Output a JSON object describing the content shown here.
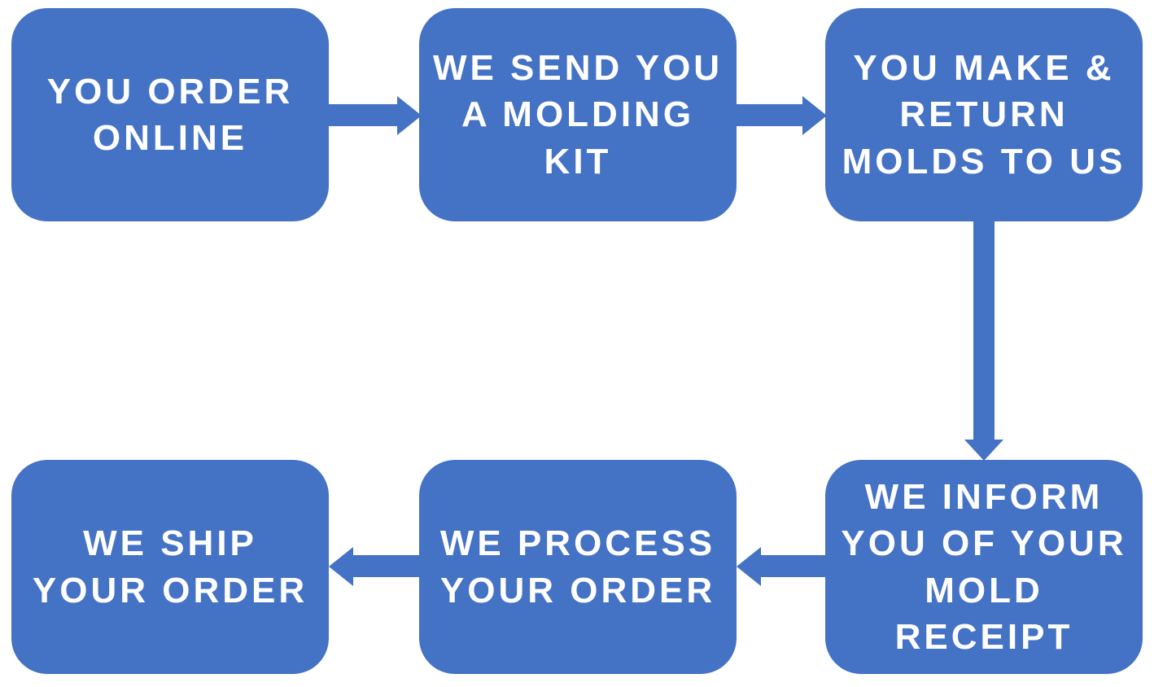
{
  "diagram": {
    "type": "flowchart",
    "background_color": "#ffffff",
    "box_fill_color": "#4472C4",
    "text_color": "#ffffff",
    "steps": [
      {
        "id": "order-online",
        "label": "YOU ORDER\nONLINE"
      },
      {
        "id": "send-kit",
        "label": "WE SEND YOU\nA MOLDING\nKIT"
      },
      {
        "id": "make-return",
        "label": "YOU MAKE &\nRETURN\nMOLDS TO US"
      },
      {
        "id": "inform-receipt",
        "label": "WE INFORM\nYOU OF YOUR\nMOLD\nRECEIPT"
      },
      {
        "id": "process-order",
        "label": "WE PROCESS\nYOUR ORDER"
      },
      {
        "id": "ship-order",
        "label": "WE SHIP\nYOUR ORDER"
      }
    ],
    "connections": [
      {
        "from": "order-online",
        "to": "send-kit",
        "direction": "right"
      },
      {
        "from": "send-kit",
        "to": "make-return",
        "direction": "right"
      },
      {
        "from": "make-return",
        "to": "inform-receipt",
        "direction": "down"
      },
      {
        "from": "inform-receipt",
        "to": "process-order",
        "direction": "left"
      },
      {
        "from": "process-order",
        "to": "ship-order",
        "direction": "left"
      }
    ]
  }
}
